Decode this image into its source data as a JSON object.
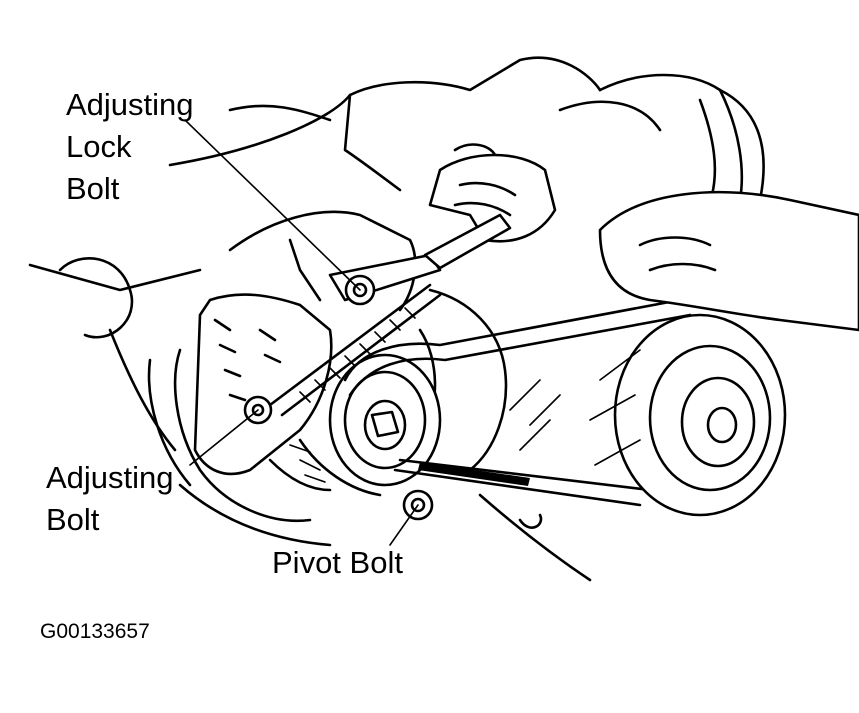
{
  "labels": {
    "adjusting_lock_bolt": [
      "Adjusting",
      "Lock",
      "Bolt"
    ],
    "adjusting_bolt": [
      "Adjusting",
      "Bolt"
    ],
    "pivot_bolt": "Pivot Bolt"
  },
  "figure_id": "G00133657",
  "colors": {
    "ink": "#000000",
    "paper": "#ffffff"
  }
}
